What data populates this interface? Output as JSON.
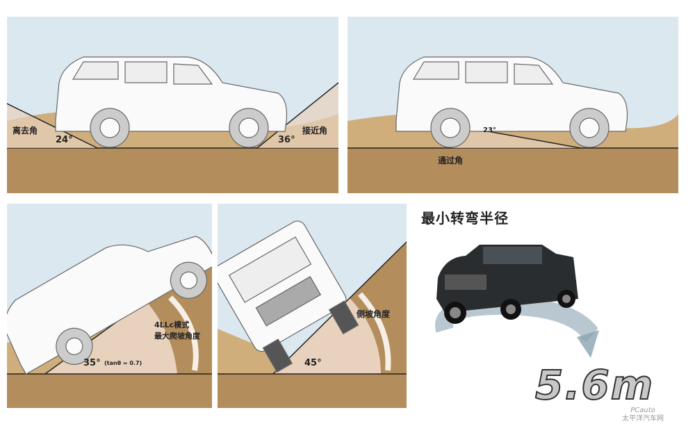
{
  "panels": {
    "approach_departure": {
      "departure_label": "离去角",
      "departure_angle": "24°",
      "approach_label": "接近角",
      "approach_angle": "36°"
    },
    "breakover": {
      "label": "通过角",
      "angle": "23°"
    },
    "climb": {
      "mode_label": "4LLc模式",
      "desc_label": "最大爬坡角度",
      "angle": "35°",
      "tan_note": "(tanθ = 0.7)"
    },
    "side_slope": {
      "label": "侧坡角度",
      "angle": "45°"
    }
  },
  "turning": {
    "title": "最小转弯半径",
    "value": "5.6m"
  },
  "watermark": {
    "brand": "PCauto",
    "site": "太平洋汽车网"
  },
  "colors": {
    "sky": "#dbe8f0",
    "sand": "#cfae7c",
    "ground": "#b38d5c",
    "angle_fill": "#e8d2bd"
  }
}
